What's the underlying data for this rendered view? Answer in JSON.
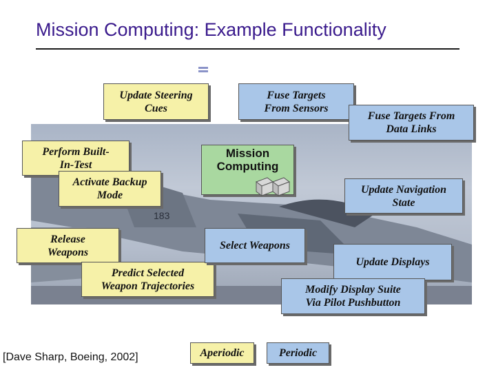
{
  "title": "Mission Computing: Example Functionality",
  "center": {
    "label": "Mission\nComputing"
  },
  "aperiodic_functions": [
    "Update Steering\nCues",
    "Perform Built-\nIn-Test",
    "Activate Backup\nMode",
    "Release\nWeapons",
    "Predict Selected\nWeapon Trajectories"
  ],
  "periodic_functions": [
    "Fuse Targets\nFrom Sensors",
    "Fuse Targets From\nData Links",
    "Update Navigation\nState",
    "Select Weapons",
    "Update Displays",
    "Modify Display Suite\nVia Pilot Pushbutton"
  ],
  "legend": {
    "aperiodic": "Aperiodic",
    "periodic": "Periodic"
  },
  "citation": "[Dave Sharp, Boeing, 2002]",
  "colors": {
    "title": "#3a1a8c",
    "aperiodic": "#f6f1a8",
    "periodic": "#a9c6e8",
    "mission": "#a9d8a0"
  },
  "background_image": {
    "tail_number": "183"
  }
}
